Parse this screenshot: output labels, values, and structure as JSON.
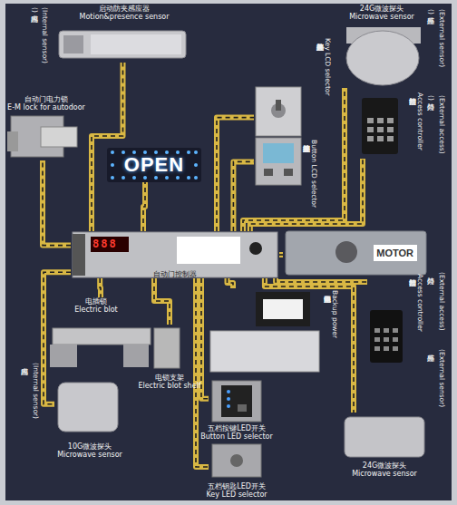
{
  "diagram": {
    "nodes": [
      {
        "text": [
          "启动防夹感应器",
          "Motion&presence sensor"
        ]
      },
      {
        "text": [
          "自动门电力锁",
          "E-M lock for autodoor"
        ]
      },
      {
        "text": [
          "OPEN"
        ]
      },
      {
        "text": [
          "Key LCD selector",
          "五档钥匙液晶开关"
        ]
      },
      {
        "text": [
          "Button LCD selector",
          "五档按键液晶开关"
        ]
      },
      {
        "text": [
          "24G微波探头",
          "Microwave sensor"
        ]
      },
      {
        "text": [
          "Access controller",
          "门禁控制器"
        ]
      },
      {
        "text": [
          "自动门控制器"
        ]
      },
      {
        "text": [
          "MOTOR"
        ]
      },
      {
        "text": [
          "电插锁",
          "Electric blot"
        ]
      },
      {
        "text": [
          "电锁支架",
          "Electric blot shelf"
        ]
      },
      {
        "text": [
          "Backup power",
          "自动门备用电源"
        ]
      },
      {
        "text": [
          "Access controller",
          "门禁控制器"
        ]
      },
      {
        "text": [
          "五档按键LED开关",
          "Button LED selector"
        ]
      },
      {
        "text": [
          "10G微波探头",
          "Microwave sensor"
        ]
      },
      {
        "text": [
          "24G微波探头",
          "Microwave sensor"
        ]
      },
      {
        "text": [
          "五档钥匙LED开关",
          "Key LED selector"
        ]
      }
    ],
    "edges": [
      {
        "from": 7,
        "to": 0,
        "arrow": "none"
      },
      {
        "from": 7,
        "to": 1,
        "arrow": "none"
      },
      {
        "from": 7,
        "to": 2,
        "arrow": "none"
      },
      {
        "from": 7,
        "to": 3,
        "arrow": "none"
      },
      {
        "from": 7,
        "to": 4,
        "arrow": "none"
      },
      {
        "from": 7,
        "to": 5,
        "arrow": "none"
      },
      {
        "from": 7,
        "to": 6,
        "arrow": "none"
      },
      {
        "from": 7,
        "to": 8,
        "arrow": "none"
      },
      {
        "from": 7,
        "to": 9,
        "arrow": "none"
      },
      {
        "from": 7,
        "to": 10,
        "arrow": "none"
      },
      {
        "from": 7,
        "to": 11,
        "arrow": "none"
      },
      {
        "from": 7,
        "to": 12,
        "arrow": "none"
      },
      {
        "from": 7,
        "to": 13,
        "arrow": "none"
      },
      {
        "from": 7,
        "to": 14,
        "arrow": "none"
      },
      {
        "from": 7,
        "to": 15,
        "arrow": "none"
      },
      {
        "from": 7,
        "to": 16,
        "arrow": "none"
      }
    ],
    "labels": [
      "(Internal sensor)",
      "(内感应)",
      "(External sensor)",
      "(外感应)",
      "(External access)",
      "(外门禁)",
      "(External access)",
      "外门禁",
      "(Internal sensor)",
      "内感应",
      "(External sensor)",
      "外感应",
      "888"
    ]
  }
}
